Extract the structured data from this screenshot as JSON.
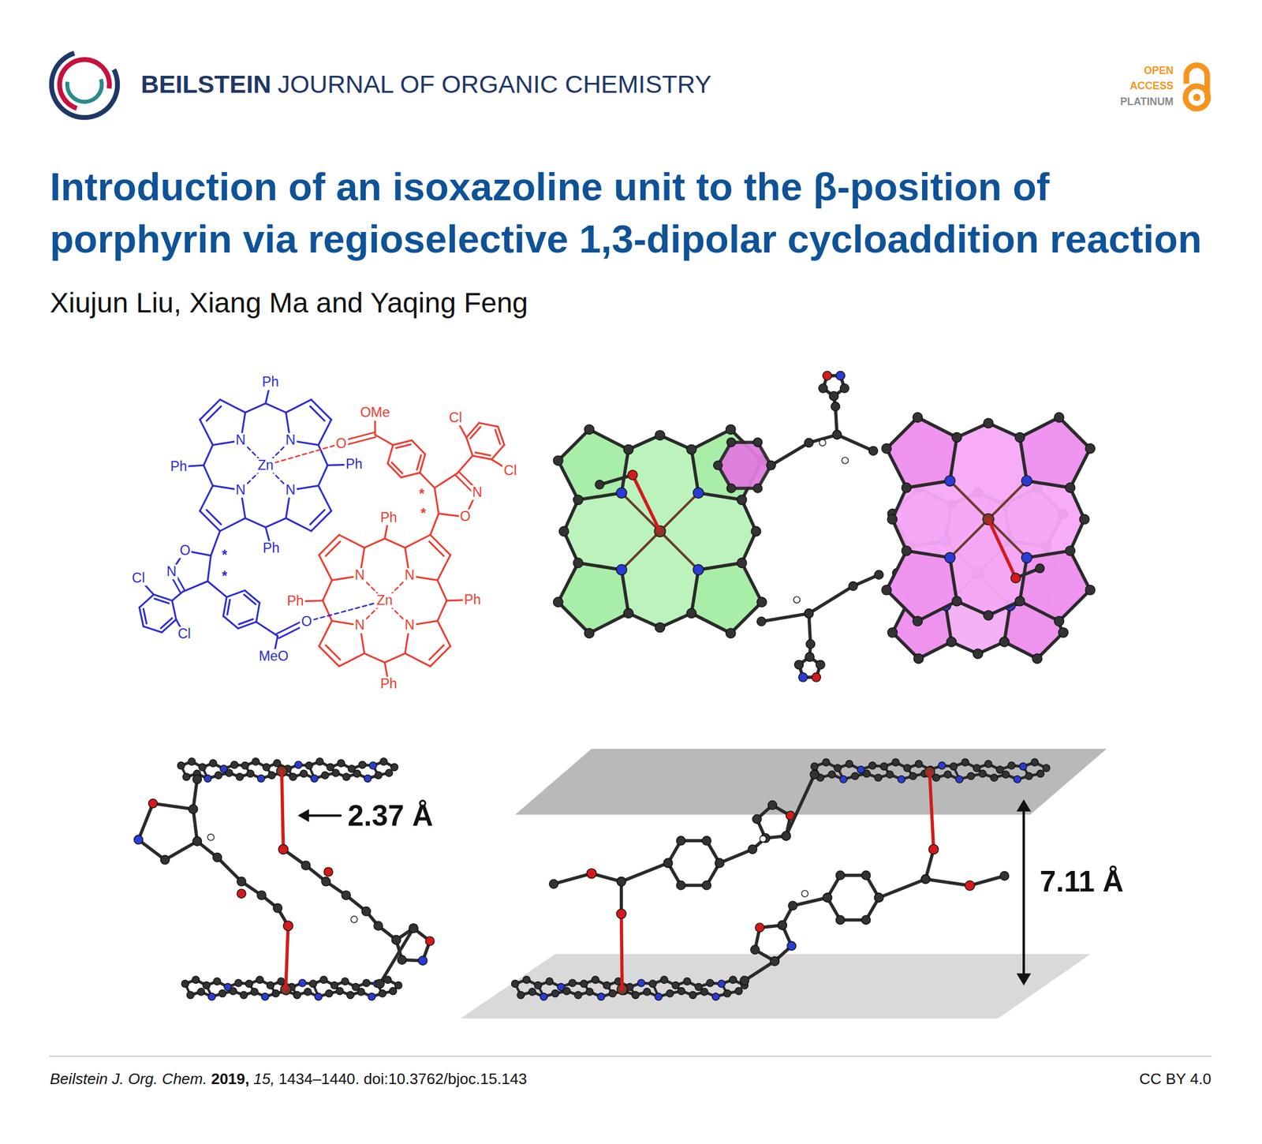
{
  "diagram": {
    "title": "Introduction of an isoxazoline unit to the β-position of porphyrin via regioselective 1,3-dipolar cycloaddition reaction",
    "labels": [
      "BEILSTEIN",
      "JOURNAL OF ORGANIC CHEMISTRY",
      "OPEN",
      "ACCESS",
      "PLATINUM",
      "Xiujun Liu, Xiang Ma and Yaqing Feng",
      "Ph",
      "N",
      "N",
      "Ph",
      "Zn",
      "Ph",
      "N",
      "N",
      "Ph",
      "O",
      "*",
      "N",
      "*",
      "Cl",
      "Cl",
      "O",
      "MeO",
      "OMe",
      "Cl",
      "O",
      "*",
      "N",
      "*",
      "O",
      "Cl",
      "Ph",
      "N",
      "N",
      "Ph",
      "Zn",
      "Ph",
      "N",
      "N",
      "Ph",
      "2.37 Å",
      "7.11 Å",
      "Beilstein J. Org. Chem.",
      "2019,",
      "15,",
      "1434–1440. doi:10.3762/bjoc.15.143",
      "CC BY 4.0"
    ]
  }
}
